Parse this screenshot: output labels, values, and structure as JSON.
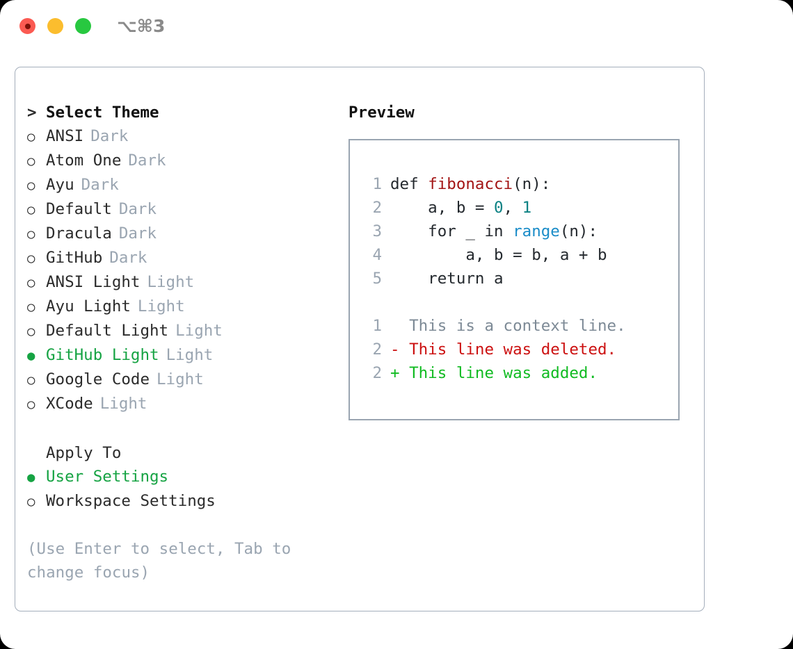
{
  "titlebar": {
    "shortcut": "⌥⌘3",
    "lights": [
      "close-red",
      "minimize-yellow",
      "zoom-green"
    ]
  },
  "left": {
    "header": {
      "caret": ">",
      "label": "Select Theme"
    },
    "markers": {
      "unselected": "○",
      "selected": "●"
    },
    "themes": [
      {
        "marker": "○",
        "label": "ANSI",
        "tag": "Dark",
        "selected": false
      },
      {
        "marker": "○",
        "label": "Atom One",
        "tag": "Dark",
        "selected": false
      },
      {
        "marker": "○",
        "label": "Ayu",
        "tag": "Dark",
        "selected": false
      },
      {
        "marker": "○",
        "label": "Default",
        "tag": "Dark",
        "selected": false
      },
      {
        "marker": "○",
        "label": "Dracula",
        "tag": "Dark",
        "selected": false
      },
      {
        "marker": "○",
        "label": "GitHub",
        "tag": "Dark",
        "selected": false
      },
      {
        "marker": "○",
        "label": "ANSI Light",
        "tag": "Light",
        "selected": false
      },
      {
        "marker": "○",
        "label": "Ayu Light",
        "tag": "Light",
        "selected": false
      },
      {
        "marker": "○",
        "label": "Default Light",
        "tag": "Light",
        "selected": false
      },
      {
        "marker": "●",
        "label": "GitHub Light",
        "tag": "Light",
        "selected": true
      },
      {
        "marker": "○",
        "label": "Google Code",
        "tag": "Light",
        "selected": false
      },
      {
        "marker": "○",
        "label": "XCode",
        "tag": "Light",
        "selected": false
      }
    ],
    "apply_to": {
      "heading": "Apply To",
      "options": [
        {
          "marker": "●",
          "label": "User Settings",
          "selected": true
        },
        {
          "marker": "○",
          "label": "Workspace Settings",
          "selected": false
        }
      ]
    },
    "hint": "(Use Enter to select, Tab to change focus)"
  },
  "right": {
    "title": "Preview",
    "code": [
      {
        "num": "1",
        "parts": [
          {
            "text": "def ",
            "cls": "tok-plain"
          },
          {
            "text": "fibonacci",
            "cls": "tok-fn"
          },
          {
            "text": "(n):",
            "cls": "tok-plain"
          }
        ]
      },
      {
        "num": "2",
        "parts": [
          {
            "text": "    a, b = ",
            "cls": "tok-plain"
          },
          {
            "text": "0",
            "cls": "tok-num"
          },
          {
            "text": ", ",
            "cls": "tok-plain"
          },
          {
            "text": "1",
            "cls": "tok-num"
          }
        ]
      },
      {
        "num": "3",
        "parts": [
          {
            "text": "    for _ in ",
            "cls": "tok-plain"
          },
          {
            "text": "range",
            "cls": "tok-call"
          },
          {
            "text": "(n):",
            "cls": "tok-plain"
          }
        ]
      },
      {
        "num": "4",
        "parts": [
          {
            "text": "        a, b = b, a + b",
            "cls": "tok-plain"
          }
        ]
      },
      {
        "num": "5",
        "parts": [
          {
            "text": "    return a",
            "cls": "tok-plain"
          }
        ]
      }
    ],
    "diff": [
      {
        "num": "1",
        "marker": " ",
        "text": " This is a context line.",
        "kind": "diff-ctx"
      },
      {
        "num": "2",
        "marker": "-",
        "text": " This line was deleted.",
        "kind": "diff-del"
      },
      {
        "num": "2",
        "marker": "+",
        "text": " This line was added.",
        "kind": "diff-add"
      }
    ]
  },
  "colors": {
    "selected_green": "#16a343",
    "muted_gray": "#9aa5b1",
    "text": "#2b2b2b",
    "fn_red": "#a31515",
    "num_teal": "#0b8183",
    "call_blue": "#1a8cc8",
    "diff_delete": "#cc1111",
    "diff_add": "#11bb22",
    "border": "#a4aebb"
  }
}
